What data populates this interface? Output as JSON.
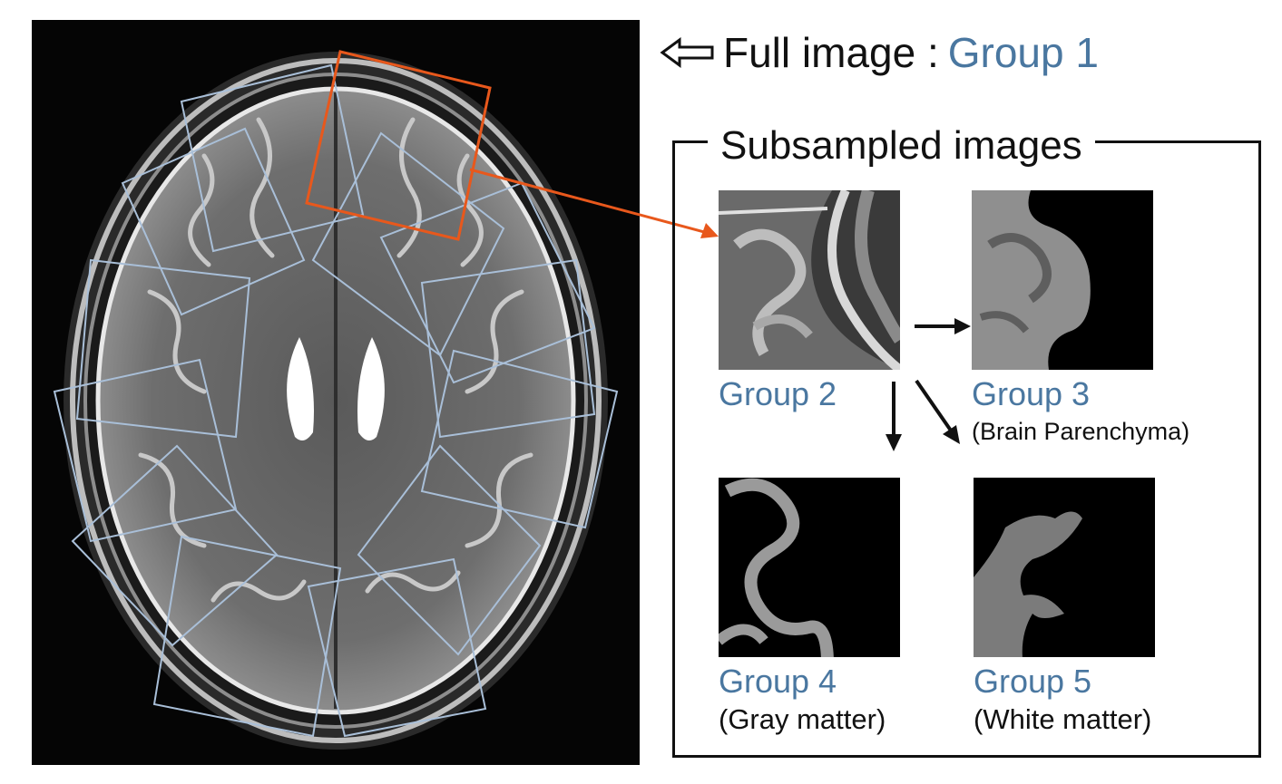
{
  "heading": {
    "prefix": "Full image :",
    "group_label": "Group 1"
  },
  "box_title": "Subsampled images",
  "groups": [
    {
      "label": "Group 2",
      "caption": ""
    },
    {
      "label": "Group 3",
      "caption": "(Brain Parenchyma)"
    },
    {
      "label": "Group 4",
      "caption": "(Gray matter)"
    },
    {
      "label": "Group 5",
      "caption": "(White matter)"
    }
  ],
  "colors": {
    "group_label": "#4a77a0",
    "patch_outline": "#a9bfd8",
    "highlight_patch": "#e8581c",
    "text": "#111111"
  },
  "icons": {
    "left_arrow": "outline-left-arrow-icon"
  }
}
